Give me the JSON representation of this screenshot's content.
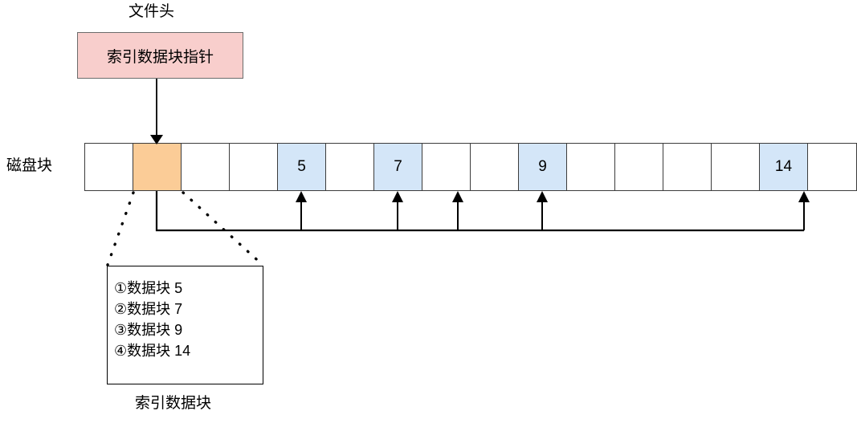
{
  "diagram": {
    "title_label": "文件头",
    "disk_row_label": "磁盘块",
    "index_caption": "索引数据块",
    "header_box": {
      "text": "索引数据块指针",
      "fill": "#f8cecc",
      "stroke": "#6c6c6c"
    },
    "colors": {
      "index_block_fill": "#fbcc97",
      "data_block_fill": "#d4e6f8",
      "empty_block_fill": "#ffffff",
      "line": "#000000",
      "grid_stroke": "#3c3c3c"
    },
    "disk_blocks": [
      {
        "index": 0,
        "label": "",
        "state": "empty"
      },
      {
        "index": 1,
        "label": "",
        "state": "index"
      },
      {
        "index": 2,
        "label": "",
        "state": "empty"
      },
      {
        "index": 3,
        "label": "",
        "state": "empty"
      },
      {
        "index": 4,
        "label": "5",
        "state": "data"
      },
      {
        "index": 5,
        "label": "",
        "state": "empty"
      },
      {
        "index": 6,
        "label": "7",
        "state": "data"
      },
      {
        "index": 7,
        "label": "",
        "state": "empty"
      },
      {
        "index": 8,
        "label": "",
        "state": "empty"
      },
      {
        "index": 9,
        "label": "9",
        "state": "data"
      },
      {
        "index": 10,
        "label": "",
        "state": "empty"
      },
      {
        "index": 11,
        "label": "",
        "state": "empty"
      },
      {
        "index": 12,
        "label": "",
        "state": "empty"
      },
      {
        "index": 13,
        "label": "",
        "state": "empty"
      },
      {
        "index": 14,
        "label": "14",
        "state": "data"
      },
      {
        "index": 15,
        "label": "",
        "state": "empty"
      }
    ],
    "index_entries": [
      {
        "marker": "①",
        "text": "数据块 5"
      },
      {
        "marker": "②",
        "text": "数据块 7"
      },
      {
        "marker": "③",
        "text": "数据块 9"
      },
      {
        "marker": "④",
        "text": "数据块 14"
      }
    ],
    "pointer_arrows": [
      {
        "target_block": 4,
        "label": "5"
      },
      {
        "target_block": 6,
        "label": "7"
      },
      {
        "target_block": 7,
        "label": ""
      },
      {
        "target_block": 9,
        "label": "9"
      },
      {
        "target_block": 14,
        "label": "14"
      }
    ]
  }
}
